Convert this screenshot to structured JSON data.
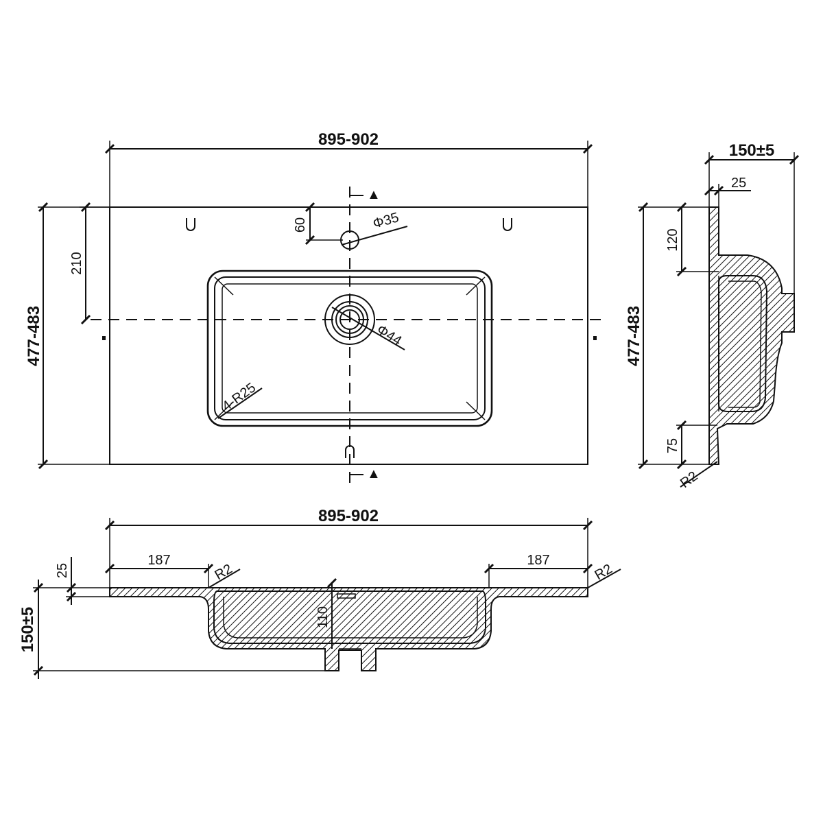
{
  "top_view": {
    "width_label": "895-902",
    "depth_label": "477-483",
    "tap_offset_label": "210",
    "tap_hole_offset_label": "60",
    "tap_hole_diameter_label": "Φ35",
    "drain_diameter_label": "Φ44",
    "corner_radius_label": "4-R25"
  },
  "side_view": {
    "height_label": "150±5",
    "rim_thickness_label": "25",
    "back_depth_label": "120",
    "front_depth_label": "75",
    "depth_label": "477-483",
    "radius_label": "R2"
  },
  "front_view": {
    "width_label": "895-902",
    "left_ledge_label": "187",
    "right_ledge_label": "187",
    "rim_thickness_label": "25",
    "height_label": "150±5",
    "bowl_depth_label": "110",
    "left_radius_label": "R2",
    "right_radius_label": "R2"
  }
}
